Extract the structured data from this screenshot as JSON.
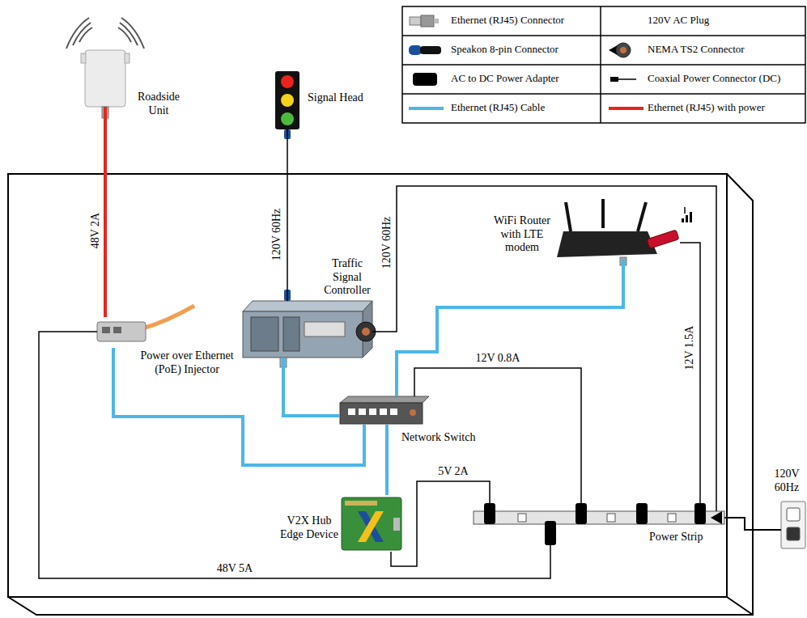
{
  "diagram": {
    "nodes": [
      {
        "text": [
          "Roadside Unit"
        ]
      },
      {
        "text": [
          "Signal Head"
        ]
      },
      {
        "text": [
          "WiFi Router with LTE modem"
        ]
      },
      {
        "text": [
          "Traffic Signal Controller"
        ]
      },
      {
        "text": [
          "Power over Ethernet (PoE) Injector"
        ]
      },
      {
        "text": [
          "Network Switch"
        ]
      },
      {
        "text": [
          "V2X Hub Edge Device"
        ]
      },
      {
        "text": [
          "Power Strip"
        ]
      },
      {
        "text": [
          "120V 60Hz"
        ]
      }
    ],
    "edges": [
      {
        "from": 0,
        "to": 4,
        "label": "48V 2A",
        "arrow": "none"
      },
      {
        "from": 1,
        "to": 3,
        "label": "120V 60Hz",
        "arrow": "none"
      },
      {
        "from": 3,
        "to": 7,
        "label": "120V 60Hz",
        "arrow": "none"
      },
      {
        "from": 4,
        "to": 5,
        "arrow": "none"
      },
      {
        "from": 3,
        "to": 5,
        "arrow": "none"
      },
      {
        "from": 2,
        "to": 5,
        "arrow": "none"
      },
      {
        "from": 6,
        "to": 5,
        "arrow": "none"
      },
      {
        "from": 2,
        "to": 7,
        "label": "12V 1.5A",
        "arrow": "none"
      },
      {
        "from": 5,
        "to": 7,
        "label": "12V 0.8A",
        "arrow": "none"
      },
      {
        "from": 6,
        "to": 7,
        "label": "5V 2A",
        "arrow": "none"
      },
      {
        "from": 4,
        "to": 7,
        "label": "48V 5A",
        "arrow": "none"
      },
      {
        "from": 7,
        "to": 8,
        "arrow": "none"
      }
    ],
    "legend": [
      {
        "text": "Ethernet (RJ45) Connector"
      },
      {
        "text": "120V AC Plug"
      },
      {
        "text": "Speakon 8-pin Connector"
      },
      {
        "text": "NEMA TS2 Connector"
      },
      {
        "text": "AC to DC Power Adapter"
      },
      {
        "text": "Coaxial Power Connector (DC)"
      },
      {
        "text": "Ethernet (RJ45) Cable"
      },
      {
        "text": "Ethernet (RJ45) with power"
      }
    ]
  }
}
